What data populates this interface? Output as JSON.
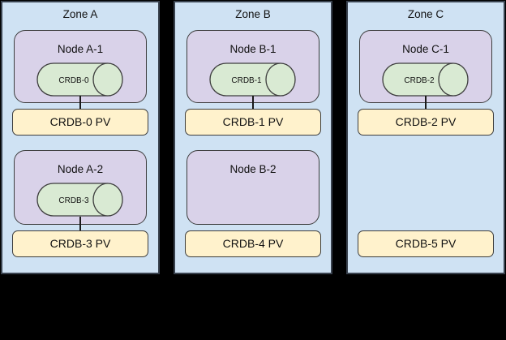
{
  "background": "#000000",
  "colors": {
    "zone_fill": "#cfe2f3",
    "zone_border": "#39424e",
    "node_fill": "#d9d2e9",
    "pod_fill": "#d9ead3",
    "pv_fill": "#fff2cc",
    "shape_border": "#3d3d3d",
    "connector": "#1a1a1a",
    "text": "#111111"
  },
  "zones": [
    {
      "title": "Zone A",
      "nodes": [
        {
          "title": "Node A-1",
          "pod": "CRDB-0"
        },
        {
          "title": "Node A-2",
          "pod": "CRDB-3"
        }
      ],
      "pvs": [
        {
          "label": "CRDB-0 PV"
        },
        {
          "label": "CRDB-3 PV"
        }
      ]
    },
    {
      "title": "Zone B",
      "nodes": [
        {
          "title": "Node B-1",
          "pod": "CRDB-1"
        },
        {
          "title": "Node B-2"
        }
      ],
      "pvs": [
        {
          "label": "CRDB-1 PV"
        },
        {
          "label": "CRDB-4 PV"
        }
      ]
    },
    {
      "title": "Zone C",
      "nodes": [
        {
          "title": "Node C-1",
          "pod": "CRDB-2"
        }
      ],
      "pvs": [
        {
          "label": "CRDB-2 PV"
        },
        {
          "label": "CRDB-5 PV"
        }
      ]
    }
  ]
}
